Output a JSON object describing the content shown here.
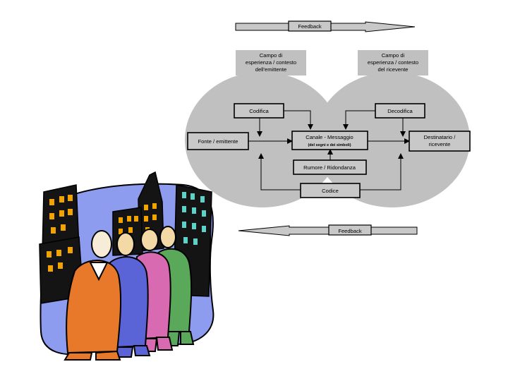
{
  "diagram": {
    "feedback_top": "Feedback",
    "feedback_bottom": "Feedback",
    "campo_emittente": [
      "Campo di",
      "esperienza / contesto",
      "dell'emittente"
    ],
    "campo_ricevente": [
      "Campo di",
      "esperienza / contesto",
      "del ricevente"
    ],
    "codifica": "Codifica",
    "decodifica": "Decodifica",
    "fonte": "Fonte / emittente",
    "canale": "Canale - Messaggio",
    "canale_sub": "(del segni e dei simboli)",
    "destinatario": [
      "Destinatario /",
      "ricevente"
    ],
    "rumore": "Rumore / Ridondanza",
    "codice": "Codice"
  },
  "colors": {
    "diagram_gray": "#c0c0c0",
    "clipart_orange": "#e8782a",
    "clipart_blue": "#5a64d6",
    "clipart_pink": "#d86ab2",
    "clipart_green": "#5aa85a",
    "clipart_sky": "#8e9cf0",
    "building_black": "#141414"
  }
}
